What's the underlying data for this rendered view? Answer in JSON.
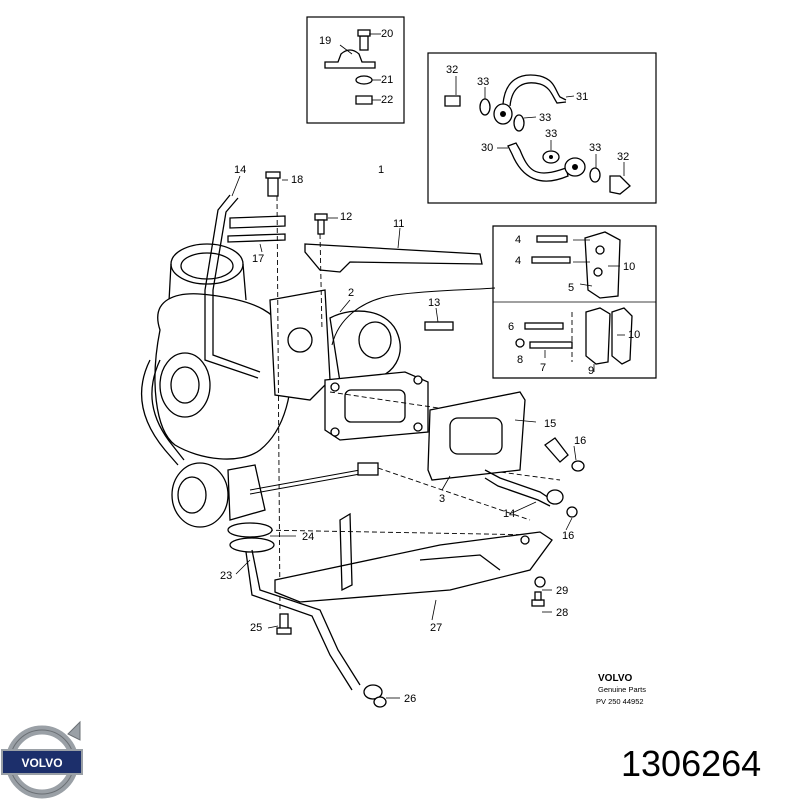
{
  "labels": {
    "l1": "1",
    "l2": "2",
    "l3": "3",
    "l4a": "4",
    "l4b": "4",
    "l5": "5",
    "l6": "6",
    "l7": "7",
    "l8": "8",
    "l9": "9",
    "l10a": "10",
    "l10b": "10",
    "l11": "11",
    "l12": "12",
    "l13": "13",
    "l14a": "14",
    "l14b": "14",
    "l15": "15",
    "l16a": "16",
    "l16b": "16",
    "l17": "17",
    "l18": "18",
    "l19": "19",
    "l20": "20",
    "l21": "21",
    "l22": "22",
    "l23": "23",
    "l24": "24",
    "l25": "25",
    "l26": "26",
    "l27": "27",
    "l28": "28",
    "l29": "29",
    "l30": "30",
    "l31": "31",
    "l32a": "32",
    "l32b": "32",
    "l33a": "33",
    "l33b": "33",
    "l33c": "33",
    "l33d": "33"
  },
  "brand_block": {
    "brand": "VOLVO",
    "subtitle": "Genuine Parts",
    "code": "PV 250  44952"
  },
  "logo": {
    "text": "VOLVO"
  },
  "part_number": "1306264",
  "colors": {
    "line": "#000000",
    "logo_blue": "#1c2f6b",
    "logo_silver": "#9aa0a6"
  }
}
